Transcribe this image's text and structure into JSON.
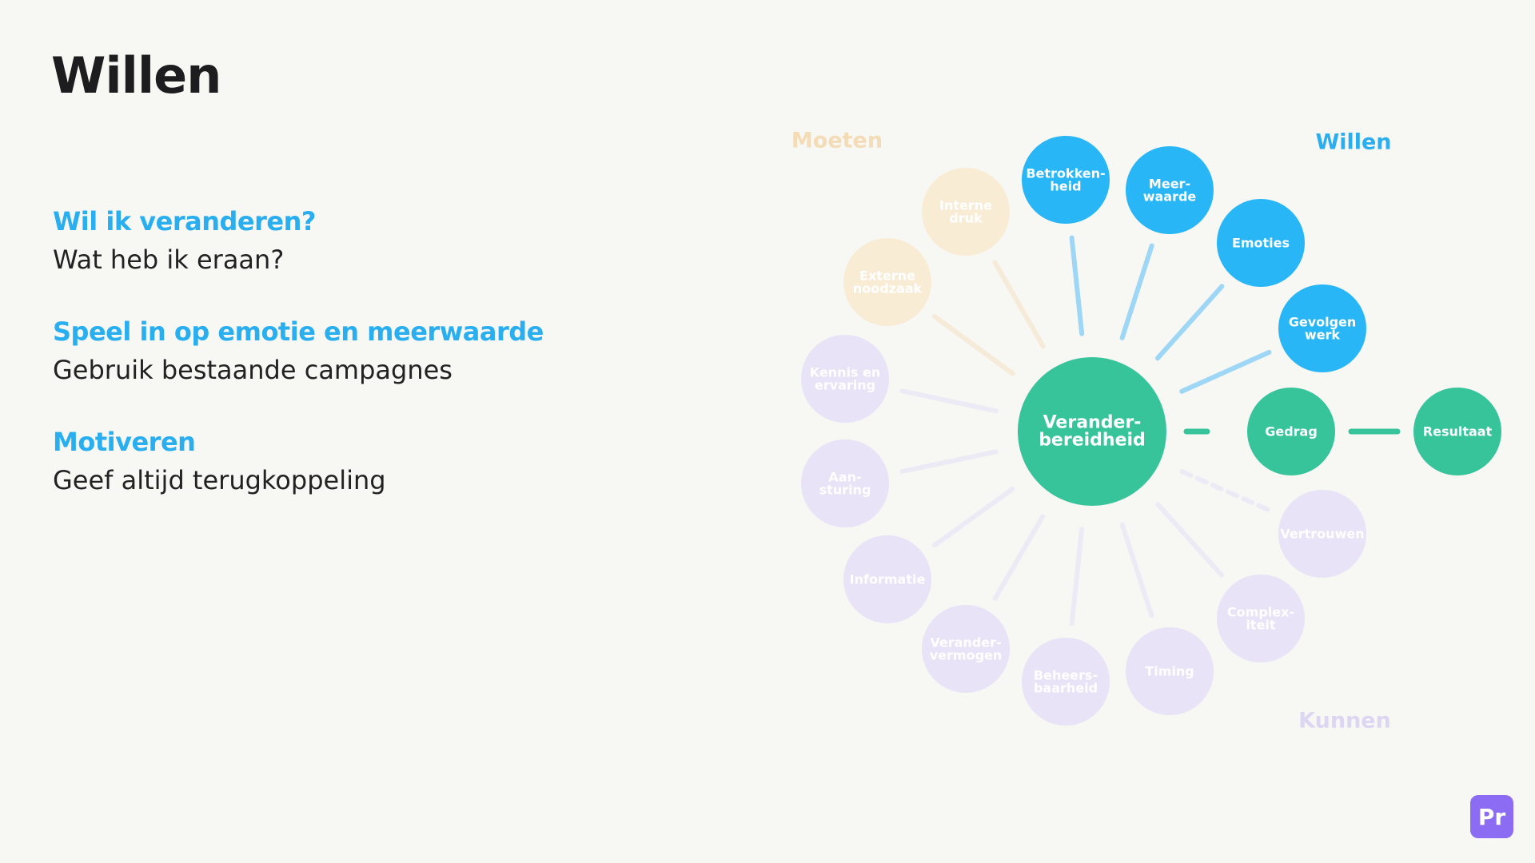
{
  "page": {
    "title": "Willen",
    "bullets": [
      {
        "heading": "Wil ik veranderen?",
        "text": "Wat heb ik eraan?"
      },
      {
        "heading": "Speel in op emotie en meerwaarde",
        "text": "Gebruik bestaande campagnes"
      },
      {
        "heading": "Motiveren",
        "text": "Geef altijd terugkoppeling"
      }
    ],
    "badge": "Pr"
  },
  "diagram": {
    "colors": {
      "willen": "#29b6f6",
      "center": "#38c49b",
      "moeten": "#f9ecd5",
      "moeten_text": "#f3dcb6",
      "kunnen": "#e8e3f6",
      "kunnen_text": "#ddd6f3",
      "willen_label": "#29aef0",
      "moeten_spoke": "#f6ead8",
      "kunnen_spoke": "#eceaf4",
      "willen_spoke": "#9ed6f5"
    },
    "group_labels": {
      "moeten": "Moeten",
      "willen": "Willen",
      "kunnen": "Kunnen"
    },
    "center": {
      "lines": [
        "Verander-",
        "bereidheid"
      ]
    },
    "nodes": [
      {
        "id": "interne-druk",
        "group": "moeten",
        "lines": [
          "Interne",
          "druk"
        ]
      },
      {
        "id": "externe-noodzaak",
        "group": "moeten",
        "lines": [
          "Externe",
          "noodzaak"
        ]
      },
      {
        "id": "betrokkenheid",
        "group": "willen",
        "lines": [
          "Betrokken-",
          "heid"
        ]
      },
      {
        "id": "meerwaarde",
        "group": "willen",
        "lines": [
          "Meer-",
          "waarde"
        ]
      },
      {
        "id": "emoties",
        "group": "willen",
        "lines": [
          "Emoties"
        ]
      },
      {
        "id": "gevolgen-werk",
        "group": "willen",
        "lines": [
          "Gevolgen",
          "werk"
        ]
      },
      {
        "id": "kennis-en-ervaring",
        "group": "kunnen",
        "lines": [
          "Kennis en",
          "ervaring"
        ]
      },
      {
        "id": "aansturing",
        "group": "kunnen",
        "lines": [
          "Aan-",
          "sturing"
        ]
      },
      {
        "id": "informatie",
        "group": "kunnen",
        "lines": [
          "Informatie"
        ]
      },
      {
        "id": "verandervermogen",
        "group": "kunnen",
        "lines": [
          "Verander-",
          "vermogen"
        ]
      },
      {
        "id": "beheersbaarheid",
        "group": "kunnen",
        "lines": [
          "Beheers-",
          "baarheid"
        ]
      },
      {
        "id": "timing",
        "group": "kunnen",
        "lines": [
          "Timing"
        ]
      },
      {
        "id": "complexiteit",
        "group": "kunnen",
        "lines": [
          "Complex-",
          "iteit"
        ]
      },
      {
        "id": "vertrouwen",
        "group": "kunnen",
        "lines": [
          "Vertrouwen"
        ]
      },
      {
        "id": "gedrag",
        "group": "outcome",
        "lines": [
          "Gedrag"
        ]
      },
      {
        "id": "resultaat",
        "group": "outcome",
        "lines": [
          "Resultaat"
        ]
      }
    ]
  }
}
